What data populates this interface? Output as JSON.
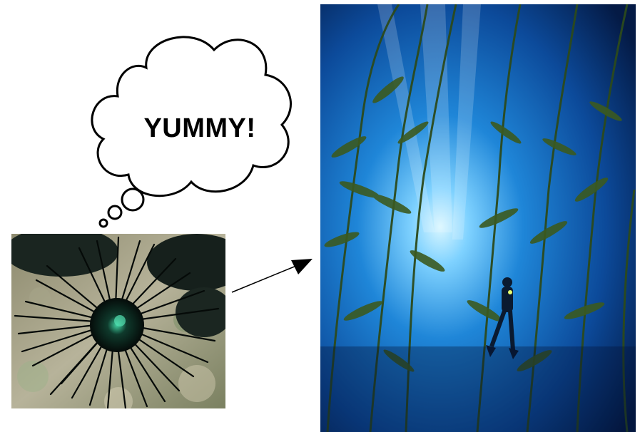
{
  "thought_bubble": {
    "text": "YUMMY!"
  },
  "photos": {
    "urchin": {
      "subject": "sea-urchin",
      "palette": [
        "#b8b59a",
        "#5a6a4a",
        "#0b1a14",
        "#2a8a6a"
      ]
    },
    "kelp": {
      "subject": "kelp-forest-diver",
      "palette": [
        "#0a2f6e",
        "#1f7fd6",
        "#8fd8ff",
        "#3a5a20"
      ]
    }
  },
  "arrow": {
    "direction": "urchin-to-kelp",
    "color": "#000000"
  }
}
